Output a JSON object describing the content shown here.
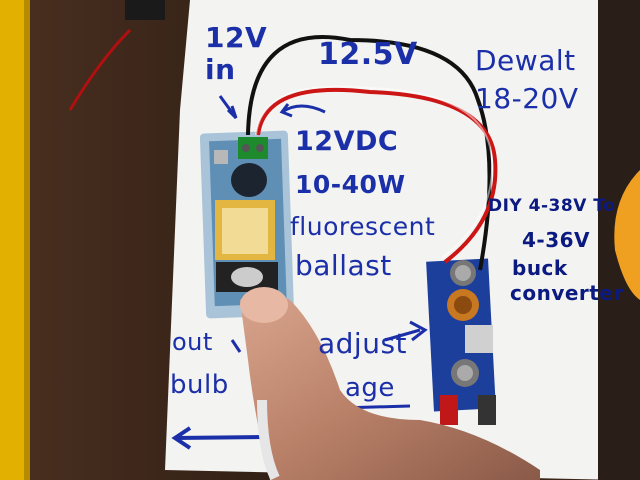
{
  "photo": {
    "labels": {
      "input_voltage": "12V\nin",
      "wire_voltage": "12.5V",
      "battery": "Dewalt\n18-20V",
      "ballast_spec_1": "12VDC",
      "ballast_spec_2": "10-40W",
      "ballast_spec_3": "fluorescent",
      "ballast_spec_4": "ballast",
      "converter_1": "DIY 4-38V To",
      "converter_2": "4-36V",
      "converter_3": "buck",
      "converter_4": "converter",
      "adjust": "adjust",
      "voltage_partial": "age",
      "out_label": "out",
      "bulb_label": "bulb"
    },
    "colors": {
      "ink": "#1a2fa8",
      "paper": "#f4f4f2",
      "wood": "#3a261a",
      "yellow_frame": "#e8b800",
      "pcb_ballast": "#6a8fb0",
      "pcb_buck": "#1d3f9c",
      "wire_red": "#d01818",
      "wire_black": "#111111"
    }
  }
}
